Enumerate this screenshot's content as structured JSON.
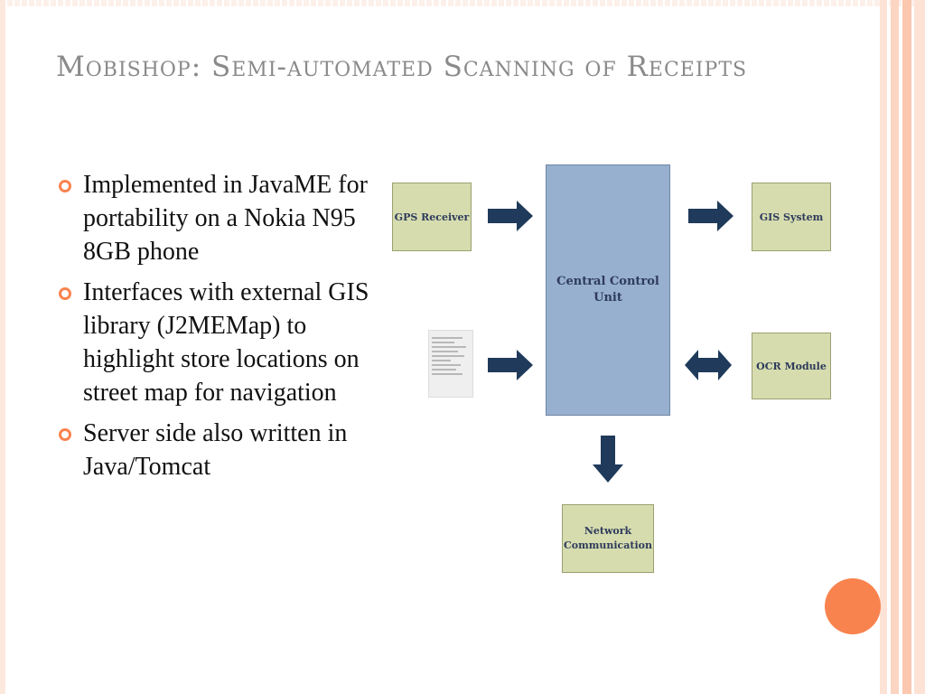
{
  "slide": {
    "title": "Mobishop: Semi-automated Scanning of Receipts",
    "bullets": [
      "Implemented in JavaME for portability on a Nokia N95 8GB phone",
      "Interfaces with external GIS library (J2MEMap) to highlight store locations on street map for navigation",
      "Server side also written in Java/Tomcat"
    ]
  },
  "diagram": {
    "gps_receiver": "GPS Receiver",
    "central_line1": "Central Control",
    "central_line2": "Unit",
    "gis_system": "GIS System",
    "ocr_module": "OCR Module",
    "network_line1": "Network",
    "network_line2": "Communication"
  },
  "colors": {
    "accent": "#f9834f",
    "title": "#8a8a8a",
    "module_fill": "#d6dcae",
    "central_fill": "#97b0cf",
    "arrow": "#1f3a5a"
  }
}
